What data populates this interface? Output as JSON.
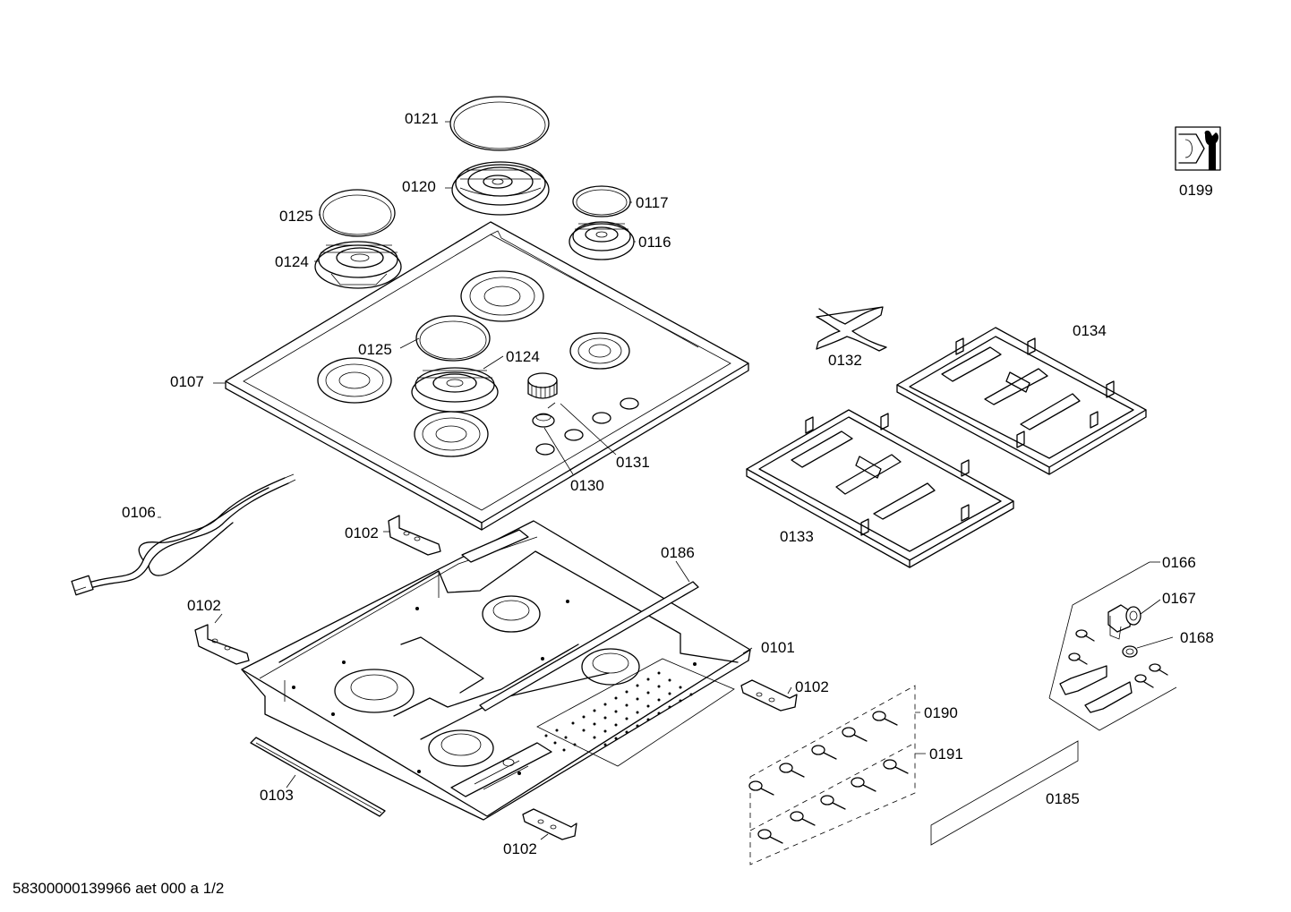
{
  "document_id": "58300000139966 aet 000 a 1/2",
  "parts": [
    {
      "id": "0101"
    },
    {
      "id": "0102"
    },
    {
      "id": "0103"
    },
    {
      "id": "0106"
    },
    {
      "id": "0107"
    },
    {
      "id": "0116"
    },
    {
      "id": "0117"
    },
    {
      "id": "0120"
    },
    {
      "id": "0121"
    },
    {
      "id": "0124"
    },
    {
      "id": "0125"
    },
    {
      "id": "0130"
    },
    {
      "id": "0131"
    },
    {
      "id": "0132"
    },
    {
      "id": "0133"
    },
    {
      "id": "0134"
    },
    {
      "id": "0166"
    },
    {
      "id": "0167"
    },
    {
      "id": "0168"
    },
    {
      "id": "0185"
    },
    {
      "id": "0186"
    },
    {
      "id": "0190"
    },
    {
      "id": "0191"
    },
    {
      "id": "0199"
    }
  ],
  "icons": {
    "service_tool": "wrench-service-icon"
  }
}
